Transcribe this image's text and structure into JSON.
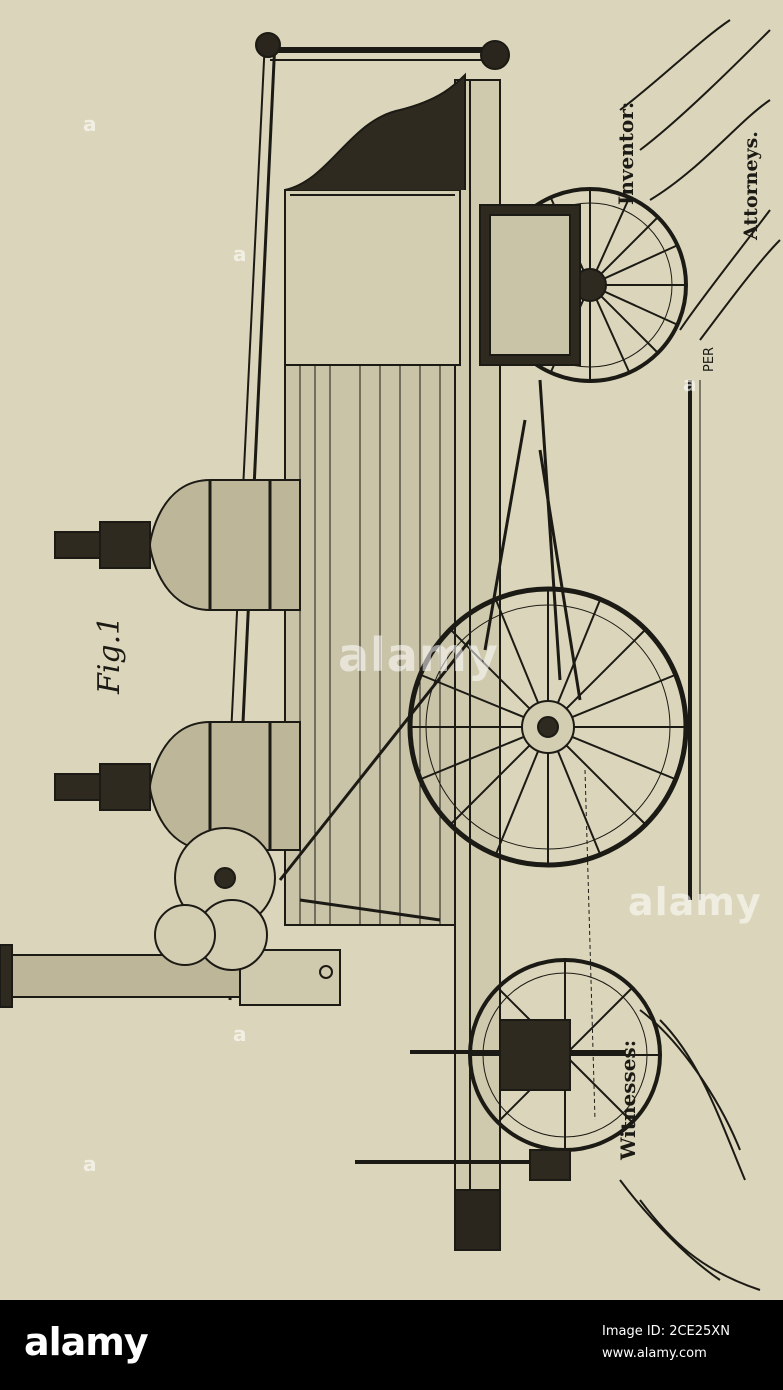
{
  "figure": {
    "label": "Fig.1",
    "witnesses_label": "Witnesses:",
    "inventor_label": "Inventor:",
    "attorneys_label": "Attorneys.",
    "per_label": "PER"
  },
  "watermarks": {
    "center": "alamy",
    "lower": "alamy",
    "corner_mark": "a"
  },
  "footer": {
    "logo": "alamy",
    "image_id": "Image ID: 2CE25XN",
    "url": "www.alamy.com"
  },
  "colors": {
    "paper": "#dbd6bb",
    "ink": "#1c1a14",
    "footer_bg": "#000000",
    "footer_text": "#ffffff"
  }
}
